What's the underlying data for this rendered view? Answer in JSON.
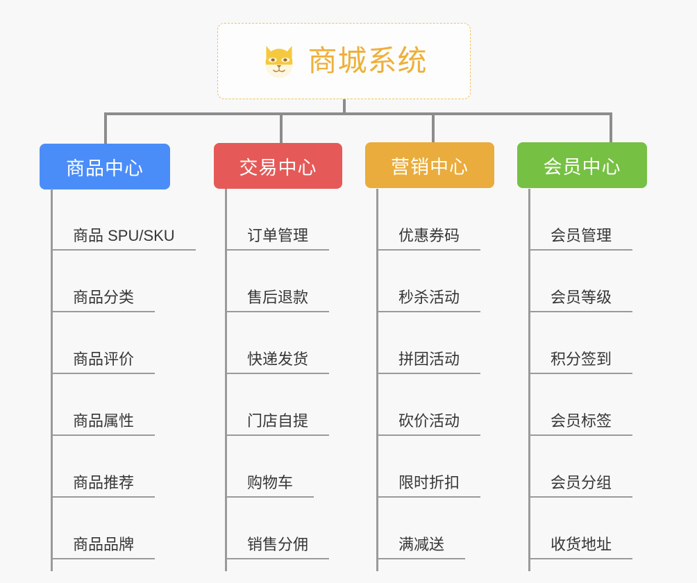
{
  "diagram": {
    "title": "商城系统",
    "root_icon": "shiba-dog-face-icon",
    "background_color": "#f8f8f8",
    "connector_color": "#8c8c8c",
    "root": {
      "label": "商城系统",
      "border_color": "#f0c060",
      "text_color": "#eeb03a",
      "background_color": "#fdfdfd"
    },
    "branches": [
      {
        "label": "商品中心",
        "color": "#4b8df8",
        "items": [
          "商品 SPU/SKU",
          "商品分类",
          "商品评价",
          "商品属性",
          "商品推荐",
          "商品品牌"
        ]
      },
      {
        "label": "交易中心",
        "color": "#e55a58",
        "items": [
          "订单管理",
          "售后退款",
          "快递发货",
          "门店自提",
          "购物车",
          "销售分佣"
        ]
      },
      {
        "label": "营销中心",
        "color": "#eaac3c",
        "items": [
          "优惠券码",
          "秒杀活动",
          "拼团活动",
          "砍价活动",
          "限时折扣",
          "满减送"
        ]
      },
      {
        "label": "会员中心",
        "color": "#76c043",
        "items": [
          "会员管理",
          "会员等级",
          "积分签到",
          "会员标签",
          "会员分组",
          "收货地址"
        ]
      }
    ]
  }
}
